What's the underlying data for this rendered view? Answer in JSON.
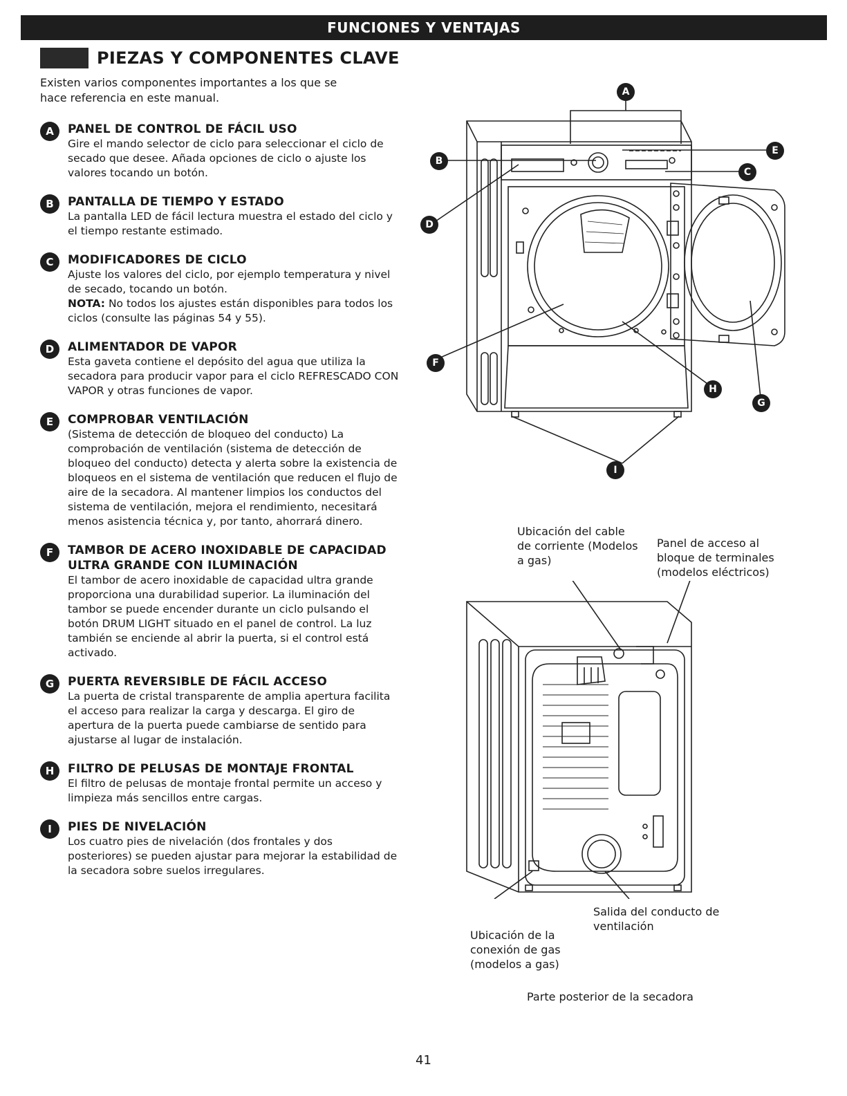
{
  "banner": "FUNCIONES Y VENTAJAS",
  "heading": "PIEZAS Y COMPONENTES CLAVE",
  "intro": "Existen varios componentes importantes a los que se hace referencia en este manual.",
  "items": [
    {
      "letter": "A",
      "title": "PANEL DE CONTROL DE FÁCIL USO",
      "body": "Gire el mando selector de ciclo para seleccionar el ciclo de secado que desee. Añada opciones de ciclo o ajuste los valores tocando un botón."
    },
    {
      "letter": "B",
      "title": "PANTALLA DE TIEMPO Y ESTADO",
      "body": "La pantalla LED de fácil lectura muestra el estado del ciclo y el tiempo restante estimado."
    },
    {
      "letter": "C",
      "title": "MODIFICADORES DE CICLO",
      "body": "Ajuste los valores del ciclo, por ejemplo temperatura y nivel de secado, tocando un botón.",
      "note_label": "NOTA:",
      "note": " No todos los ajustes están disponibles para todos los ciclos (consulte las páginas 54 y 55)."
    },
    {
      "letter": "D",
      "title": "ALIMENTADOR DE VAPOR",
      "body": "Esta gaveta contiene el depósito del agua que utiliza la secadora para producir vapor para el ciclo REFRESCADO CON VAPOR y otras funciones de vapor."
    },
    {
      "letter": "E",
      "title": "COMPROBAR VENTILACIÓN",
      "body": "(Sistema de detección de bloqueo del conducto) La comprobación de ventilación (sistema de detección de bloqueo del conducto) detecta y alerta sobre la existencia de bloqueos en el sistema de ventilación que reducen el flujo de aire de la secadora. Al mantener limpios los conductos del sistema de ventilación, mejora el rendimiento, necesitará menos asistencia técnica y, por tanto, ahorrará dinero."
    },
    {
      "letter": "F",
      "title": "TAMBOR DE ACERO INOXIDABLE DE CAPACIDAD ULTRA GRANDE CON ILUMINACIÓN",
      "body": "El tambor de acero inoxidable de capacidad ultra grande proporciona una durabilidad superior. La iluminación del tambor se puede encender durante un ciclo pulsando el botón DRUM LIGHT situado en el panel de control. La luz también se enciende al abrir la puerta, si el control está activado."
    },
    {
      "letter": "G",
      "title": "PUERTA REVERSIBLE DE FÁCIL ACCESO",
      "body": "La puerta de cristal transparente de amplia apertura facilita el acceso para realizar la carga y descarga. El giro de apertura de la puerta puede cambiarse de sentido para ajustarse al lugar de instalación."
    },
    {
      "letter": "H",
      "title": "FILTRO DE PELUSAS DE MONTAJE FRONTAL",
      "body": "El filtro de pelusas de montaje frontal permite un acceso y limpieza más sencillos entre cargas."
    },
    {
      "letter": "I",
      "title": "PIES DE NIVELACIÓN",
      "body": "Los cuatro pies de nivelación (dos frontales y dos posteriores) se pueden ajustar para mejorar la estabilidad de la secadora sobre suelos irregulares."
    }
  ],
  "diagram_letters": {
    "A": "A",
    "B": "B",
    "C": "C",
    "D": "D",
    "E": "E",
    "F": "F",
    "G": "G",
    "H": "H",
    "I": "I"
  },
  "rear": {
    "power_cord": "Ubicación del cable de corriente (Modelos a gas)",
    "terminal_panel": "Panel de acceso al bloque de terminales (modelos eléctricos)",
    "exhaust": "Salida del conducto de ventilación",
    "gas_connection": "Ubicación de la conexión de gas (modelos a gas)",
    "caption": "Parte posterior de la secadora"
  },
  "page_number": "41"
}
